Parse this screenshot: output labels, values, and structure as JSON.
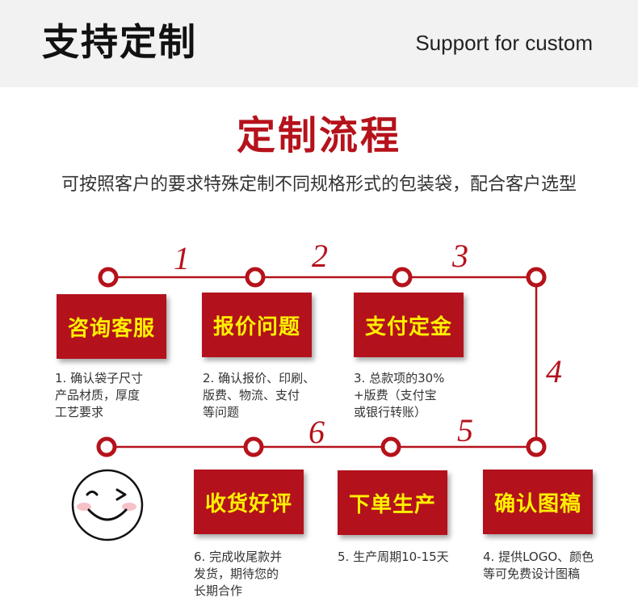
{
  "header": {
    "title": "支持定制",
    "subtitle": "Support for custom"
  },
  "section": {
    "title": "定制流程",
    "intro": "可按照客户的要求特殊定制不同规格形式的包装袋，配合客户选型"
  },
  "flow": {
    "numbers": [
      "1",
      "2",
      "3",
      "4",
      "5",
      "6"
    ],
    "steps": [
      {
        "label": "咨询客服",
        "desc": [
          "1. 确认袋子尺寸",
          "产品材质，厚度",
          "工艺要求"
        ]
      },
      {
        "label": "报价问题",
        "desc": [
          "2. 确认报价、印刷、",
          "版费、物流、支付",
          "等问题"
        ]
      },
      {
        "label": "支付定金",
        "desc": [
          "3. 总款项的30%",
          "+版费（支付宝",
          "或银行转账）"
        ]
      },
      {
        "label": "确认图稿",
        "desc": [
          "4. 提供LOGO、颜色",
          "等可免费设计图稿"
        ]
      },
      {
        "label": "下单生产",
        "desc": [
          "5. 生产周期10-15天"
        ]
      },
      {
        "label": "收货好评",
        "desc": [
          "6. 完成收尾款并",
          "发货，期待您的",
          "长期合作"
        ]
      }
    ]
  },
  "colors": {
    "accent": "#b5121b",
    "box_text": "#fff100"
  },
  "icons": {
    "smiley": "smiley-wink-icon"
  }
}
